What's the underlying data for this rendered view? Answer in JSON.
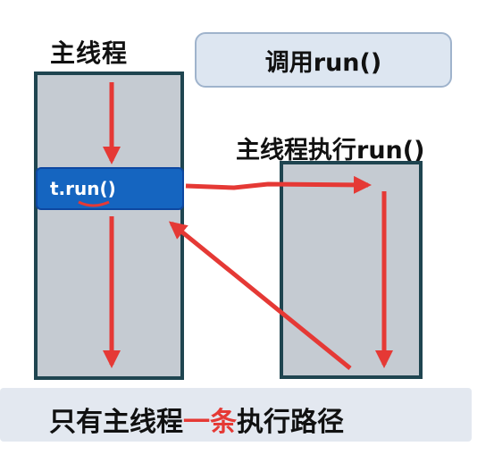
{
  "top_partial_text": "",
  "main_thread": {
    "title": "主线程",
    "call_label": "t.run()"
  },
  "badge": {
    "text": "调用run()"
  },
  "side_thread": {
    "title": "主线程执行run()"
  },
  "footer": {
    "before": "只有主线程",
    "highlight": "一条",
    "after": "执行路径"
  },
  "colors": {
    "arrow": "#e53935",
    "box_fill": "#c5cbd2",
    "box_border": "#1f4550",
    "call_fill": "#1565c0",
    "badge_fill": "#dde6f1",
    "footer_fill": "#e3e8f0",
    "highlight": "#e53935"
  }
}
